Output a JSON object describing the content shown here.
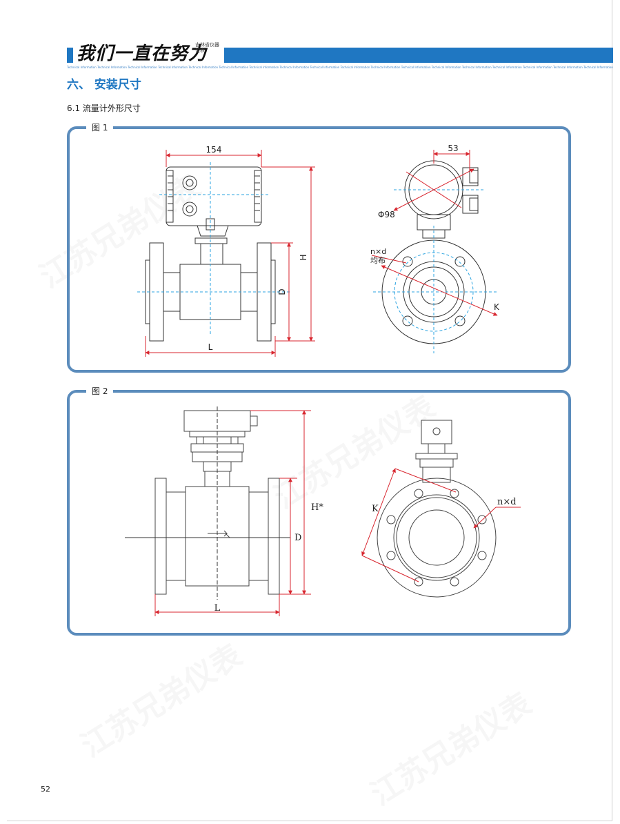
{
  "header": {
    "slogan": "我们一直在努力",
    "slogan_small": "吉林省仪器仪表",
    "strip_text": "Technical Information Technical Information Technical Information Technical Information Technical Information Technical Information Technical Information Technical Information Technical Information Technical Information Technical Information Technical Information Technical Information Technical Information Technical Information Technical Information Technical Information Technical Information Technical Information Technical Information"
  },
  "section_title": "六、 安装尺寸",
  "subsection_title": "6.1 流量计外形尺寸",
  "figure1": {
    "label": "图 1",
    "dim_width": "154",
    "dim_H": "H",
    "dim_D": "D",
    "dim_L": "L",
    "dim_53": "53",
    "dim_phi": "Φ98",
    "dim_nxd": "n×d",
    "dim_even": "均布",
    "dim_K": "K"
  },
  "figure2": {
    "label": "图 2",
    "dim_H": "H*",
    "dim_D": "D",
    "dim_L": "L",
    "dim_K": "K",
    "dim_nxd": "n×d"
  },
  "watermark": "江苏兄弟仪表",
  "page_number": "52",
  "colors": {
    "accent": "#1f77c2",
    "frame": "#5b8cbc",
    "dimension_red": "#d8262f",
    "centerline_blue": "#2aa3e0"
  }
}
